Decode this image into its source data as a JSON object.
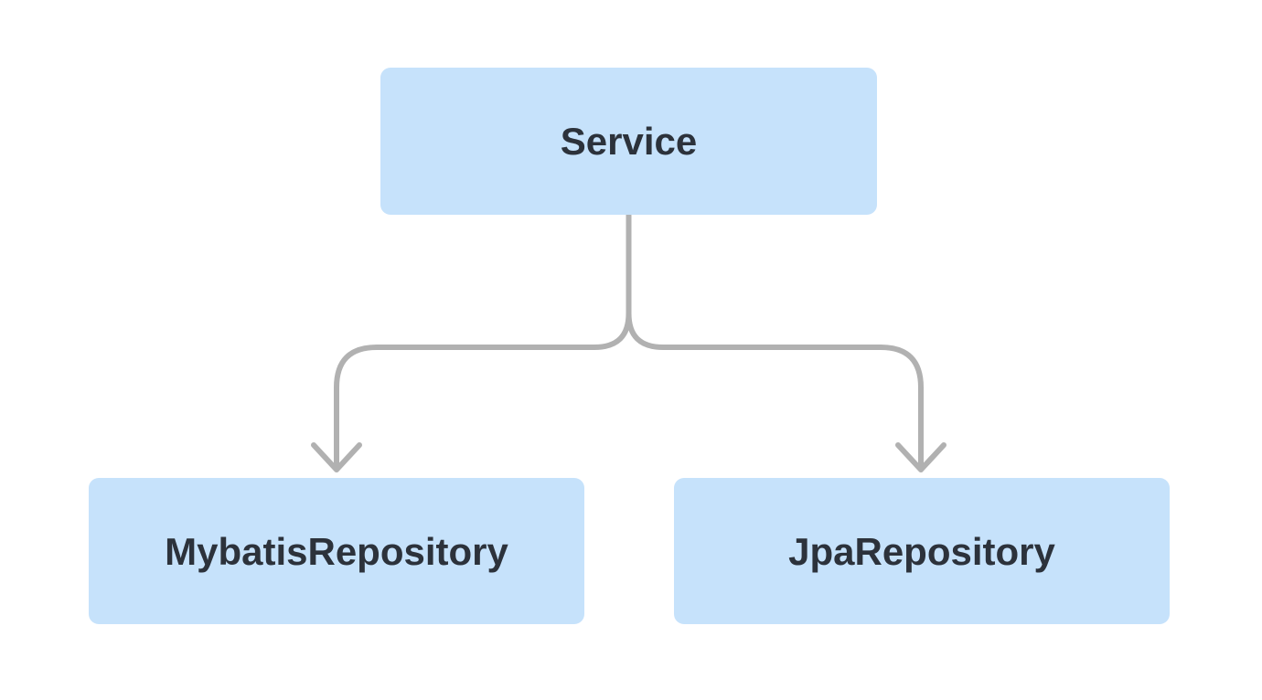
{
  "diagram": {
    "type": "flowchart",
    "nodes": [
      {
        "id": "service",
        "label": "Service"
      },
      {
        "id": "mybatis-repository",
        "label": "MybatisRepository"
      },
      {
        "id": "jpa-repository",
        "label": "JpaRepository"
      }
    ],
    "edges": [
      {
        "from": "service",
        "to": "mybatis-repository",
        "style": "curved-fork-arrow"
      },
      {
        "from": "service",
        "to": "jpa-repository",
        "style": "curved-fork-arrow"
      }
    ],
    "colors": {
      "background": "#ffffff",
      "node_fill": "#c6e2fb",
      "node_text": "#2c323b",
      "connector": "#b1b1b1"
    }
  }
}
